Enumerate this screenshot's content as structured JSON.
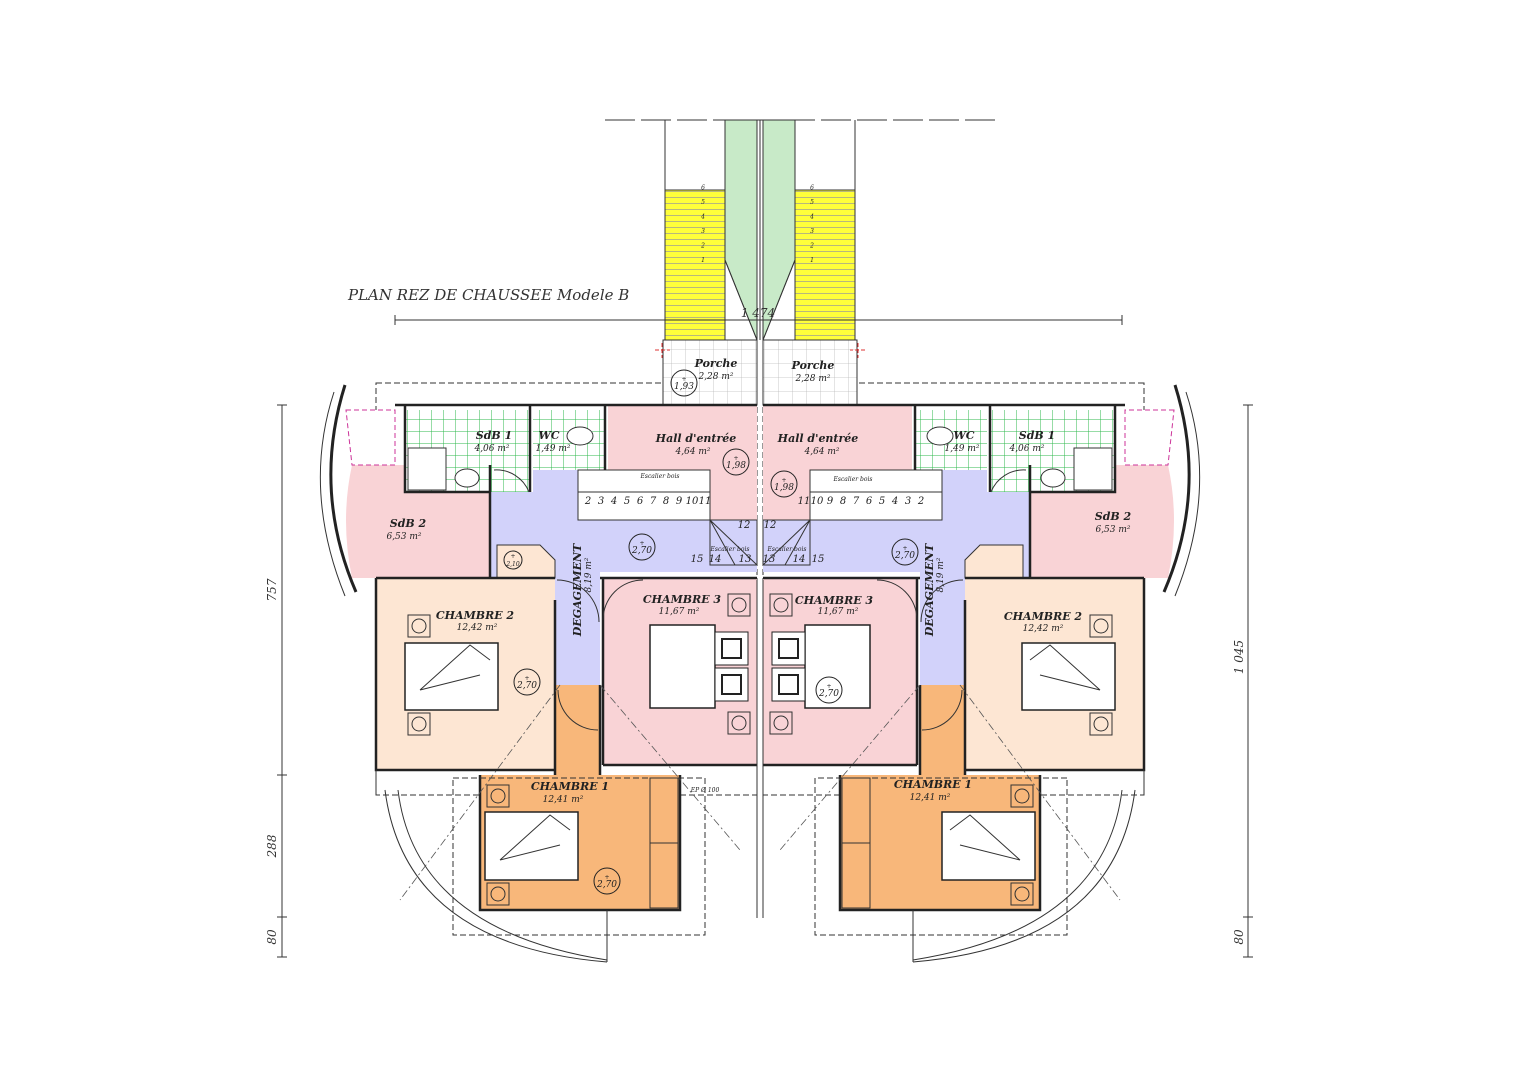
{
  "title": "PLAN REZ DE CHAUSSEE  Modele B",
  "dimensions": {
    "overall_width": "1 474",
    "left_total": [
      "757",
      "288",
      "80"
    ],
    "right_total": [
      "1 045",
      "80"
    ]
  },
  "colors": {
    "hall": "#f9d3d6",
    "circulation": "#d2d2fa",
    "bathroom_grid": "#2fb84c",
    "chambre2": "#fde6d3",
    "chambre3": "#f9d3d6",
    "chambre1": "#f8b77a",
    "stairs_exterior": "#ffff3a",
    "walkway": "#c8eac8"
  },
  "units": {
    "left": {
      "porche": {
        "name": "Porche",
        "area": "2,28 m²"
      },
      "hall": {
        "name": "Hall d'entrée",
        "area": "4,64 m²"
      },
      "sdb1": {
        "name": "SdB 1",
        "area": "4,06 m²"
      },
      "wc": {
        "name": "WC",
        "area": "1,49 m²"
      },
      "sdb2": {
        "name": "SdB 2",
        "area": "6,53 m²"
      },
      "degagement": {
        "name": "DEGAGEMENT",
        "area": "8,19 m²"
      },
      "chambre2": {
        "name": "CHAMBRE 2",
        "area": "12,42 m²"
      },
      "chambre3": {
        "name": "CHAMBRE 3",
        "area": "11,67 m²"
      },
      "chambre1": {
        "name": "CHAMBRE 1",
        "area": "12,41 m²"
      },
      "stair_label": "Escalier bois",
      "stair_label2": "Escalier bois",
      "ep_label": "EP Ø 100"
    },
    "right": {
      "porche": {
        "name": "Porche",
        "area": "2,28 m²"
      },
      "hall": {
        "name": "Hall d'entrée",
        "area": "4,64 m²"
      },
      "sdb1": {
        "name": "SdB 1",
        "area": "4,06 m²"
      },
      "wc": {
        "name": "WC",
        "area": "1,49 m²"
      },
      "sdb2": {
        "name": "SdB 2",
        "area": "6,53 m²"
      },
      "degagement": {
        "name": "DEGAGEMENT",
        "area": "8,19 m²"
      },
      "chambre2": {
        "name": "CHAMBRE 2",
        "area": "12,42 m²"
      },
      "chambre3": {
        "name": "CHAMBRE 3",
        "area": "11,67 m²"
      },
      "chambre1": {
        "name": "CHAMBRE 1",
        "area": "12,41 m²"
      },
      "stair_label": "Escalier bois",
      "stair_label2": "Escalier bois"
    }
  },
  "ceiling_heights": {
    "left": [
      "1,93",
      "1,98",
      "2,70",
      "2,70",
      "2,70",
      "2,10"
    ],
    "right": [
      "1,98",
      "2,70",
      "2,70"
    ]
  },
  "stair_steps": {
    "left_main": [
      "2",
      "3",
      "4",
      "5",
      "6",
      "7",
      "8",
      "9",
      "10",
      "11"
    ],
    "right_main": [
      "11",
      "10",
      "9",
      "8",
      "7",
      "6",
      "5",
      "4",
      "3",
      "2"
    ],
    "turn": [
      "12",
      "13",
      "14",
      "15"
    ],
    "exterior": [
      "1",
      "2",
      "3",
      "4",
      "5",
      "6"
    ]
  }
}
